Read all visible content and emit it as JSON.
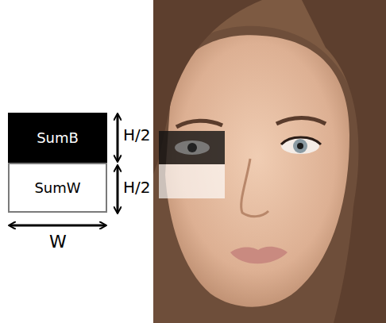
{
  "diagram": {
    "nodes": [
      {
        "text": [
          "SumB"
        ]
      },
      {
        "text": [
          "SumW"
        ]
      }
    ],
    "labels": [
      "H/2",
      "H/2",
      "W"
    ]
  }
}
